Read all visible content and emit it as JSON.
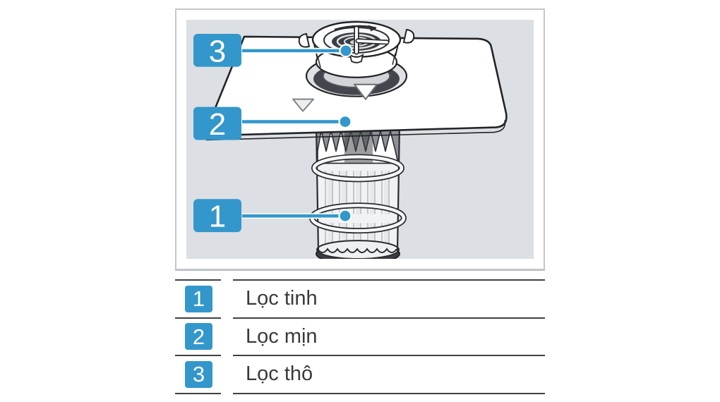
{
  "colors": {
    "accent": "#3397cb",
    "panel_bg": "#dcdfe3",
    "rule": "#3f4043",
    "text": "#3a3a3c",
    "outline": "#232427"
  },
  "figure": {
    "callouts": [
      {
        "num": "3"
      },
      {
        "num": "2"
      },
      {
        "num": "1"
      }
    ]
  },
  "legend": {
    "rows": [
      {
        "num": "1",
        "label": "Lọc tinh"
      },
      {
        "num": "2",
        "label": "Lọc mịn"
      },
      {
        "num": "3",
        "label": "Lọc thô"
      }
    ]
  }
}
